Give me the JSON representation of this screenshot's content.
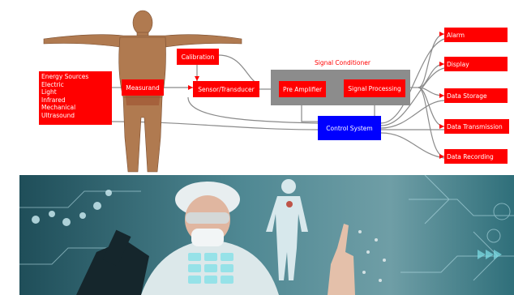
{
  "diagram": {
    "inputs": [
      "Energy Sources",
      "Electric",
      "Light",
      "Infrared",
      "Mechanical",
      "Ultrasound"
    ],
    "measurand": "Measurand",
    "calibration": "Calibration",
    "sensor": "Sensor/Transducer",
    "signal_conditioner_label": "Signal Conditioner",
    "pre_amplifier": "Pre Amplifier",
    "signal_processing": "Signal Processing",
    "control_system": "Control System",
    "outputs": [
      "Alarm",
      "Display",
      "Data Storage",
      "Data Transmission",
      "Data Recording"
    ]
  },
  "colors": {
    "box_red": "#ff0000",
    "control_blue": "#0000ff",
    "conditioner_gray": "#8c8c8c",
    "line_gray": "#8a8a8a",
    "skin": "#b07a50",
    "photo_teal": "#2f6f7a"
  },
  "photo": {
    "icon_names": [
      "human-body-hologram-icon",
      "molecule-icon",
      "microscope-icon",
      "touch-keypad-icon"
    ]
  }
}
